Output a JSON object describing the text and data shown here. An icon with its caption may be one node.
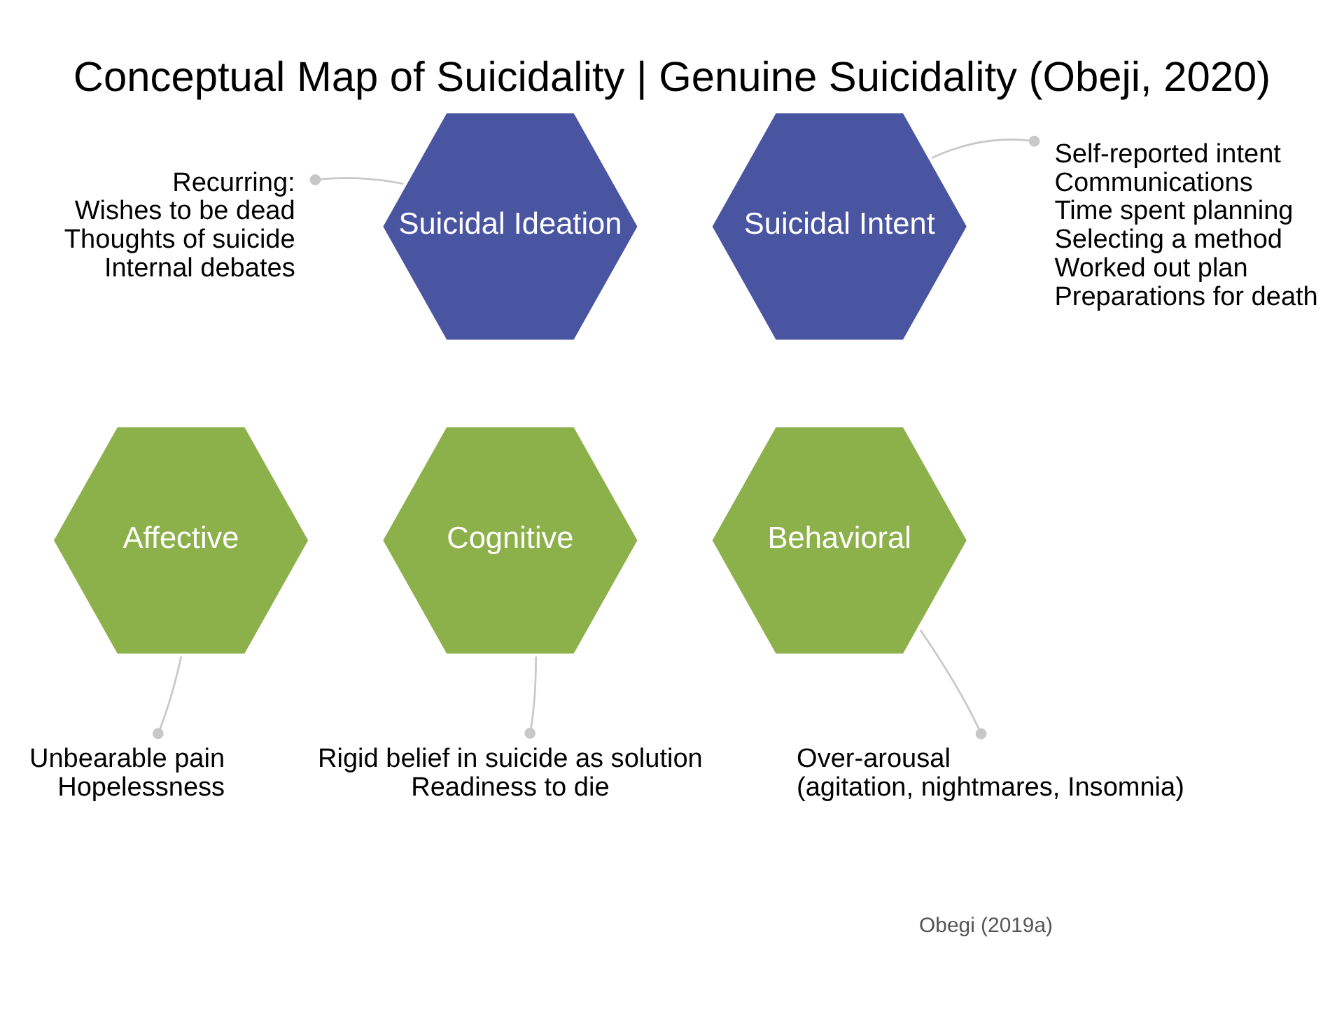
{
  "diagram": {
    "title": "Conceptual Map of Suicidality | Genuine Suicidality (Obeji, 2020)",
    "nodes": [
      {
        "text": [
          "Recurring:",
          "Wishes to be dead",
          "Thoughts of suicide",
          "Internal debates"
        ]
      },
      {
        "text": [
          "Suicidal Ideation"
        ]
      },
      {
        "text": [
          "Suicidal Intent"
        ]
      },
      {
        "text": [
          "Self-reported intent",
          "Communications",
          "Time spent planning",
          "Selecting a method",
          "Worked out plan",
          "Preparations for death"
        ]
      },
      {
        "text": [
          "Affective"
        ]
      },
      {
        "text": [
          "Cognitive"
        ]
      },
      {
        "text": [
          "Behavioral"
        ]
      },
      {
        "text": [
          "Unbearable pain",
          "Hopelessness"
        ]
      },
      {
        "text": [
          "Over-arousal",
          "(agitation, nightmares, Insomnia)"
        ]
      },
      {
        "text": [
          "Rigid belief in suicide as solution",
          "Readiness to die"
        ]
      }
    ],
    "edges": [
      {
        "from": 0,
        "to": 1,
        "arrow": "other"
      },
      {
        "from": 3,
        "to": 2,
        "arrow": "other"
      },
      {
        "from": 7,
        "to": 4,
        "arrow": "other"
      },
      {
        "from": 9,
        "to": 5,
        "arrow": "other"
      },
      {
        "from": 8,
        "to": 6,
        "arrow": "other"
      }
    ],
    "labels": [
      "Obegi (2019a)"
    ]
  }
}
